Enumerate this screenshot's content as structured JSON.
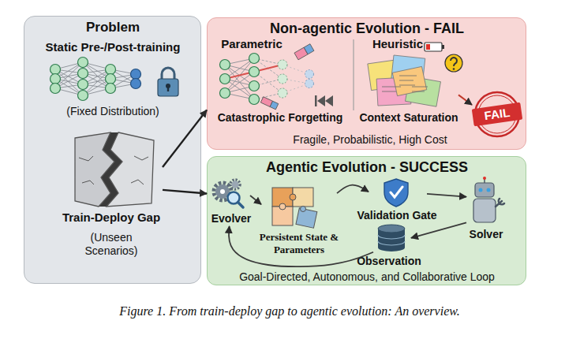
{
  "diagram": {
    "caption": "Figure 1. From train-deploy gap to agentic evolution: An overview.",
    "nodes": [
      {
        "text": [
          "Problem"
        ]
      },
      {
        "text": [
          "Static Pre-/Post-training",
          "(Fixed Distribution)"
        ],
        "in": 0
      },
      {
        "text": [
          "Train-Deploy Gap",
          "(Unseen Scenarios)"
        ],
        "in": 0
      },
      {
        "text": [
          "Non-agentic Evolution - FAIL",
          "Fragile, Probabilistic, High Cost"
        ]
      },
      {
        "text": [
          "Parametric",
          "Catastrophic Forgetting"
        ],
        "in": 3
      },
      {
        "text": [
          "Heuristic",
          "Context Saturation"
        ],
        "in": 3
      },
      {
        "text": [
          "FAIL"
        ],
        "in": 3
      },
      {
        "text": [
          "Agentic Evolution - SUCCESS",
          "Goal-Directed, Autonomous, and Collaborative Loop"
        ]
      },
      {
        "text": [
          "Evolver"
        ],
        "in": 7
      },
      {
        "text": [
          "Persistent State & Parameters"
        ],
        "in": 7
      },
      {
        "text": [
          "Validation Gate"
        ],
        "in": 7
      },
      {
        "text": [
          "Solver"
        ],
        "in": 7
      },
      {
        "text": [
          "Observation"
        ],
        "in": 7
      }
    ],
    "edges": [
      {
        "from": 2,
        "to": 3,
        "arrow": "to"
      },
      {
        "from": 2,
        "to": 7,
        "arrow": "to"
      },
      {
        "from": 5,
        "to": 6,
        "arrow": "to"
      },
      {
        "from": 8,
        "to": 9,
        "arrow": "to"
      },
      {
        "from": 9,
        "to": 10,
        "arrow": "to"
      },
      {
        "from": 10,
        "to": 11,
        "arrow": "to"
      },
      {
        "from": 11,
        "to": 12,
        "arrow": "to"
      },
      {
        "from": 12,
        "to": 8,
        "arrow": "to"
      }
    ]
  }
}
